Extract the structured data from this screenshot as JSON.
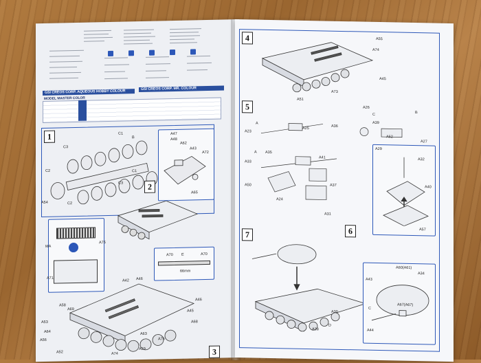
{
  "header": {
    "paint_brand_1": "GSI CREOS CORP. AQUEOUS HOBBY COLOUR",
    "paint_brand_2": "GSI CREOS CORP. MR. COLOUR",
    "model_master": "MODEL MASTER COLOR"
  },
  "steps": [
    "1",
    "2",
    "3",
    "4",
    "5",
    "6",
    "7"
  ],
  "labels": {
    "C1": "C1",
    "B": "B",
    "C3": "C3",
    "C2": "C2",
    "C3b": "C3",
    "C1b": "C1",
    "A54": "A54",
    "C2b": "C2",
    "A47": "A47",
    "A48": "A48",
    "A62": "A62",
    "A43": "A43",
    "A72": "A72",
    "A65": "A65",
    "MA": "MA",
    "A75": "A75",
    "A71": "A71",
    "A70": "A70",
    "E": "E",
    "A70b": "A70",
    "mm": "66mm",
    "A42": "A42",
    "A46": "A46",
    "A58": "A58",
    "A69": "A69",
    "A53": "A53",
    "A64": "A64",
    "A56": "A56",
    "A52": "A52",
    "A74": "A74",
    "A59": "A59",
    "A63": "A63",
    "A76": "A76",
    "A45": "A45",
    "A68": "A68",
    "A46b": "A46",
    "A55": "A55",
    "A74b": "A74",
    "A45b": "A45",
    "A51": "A51",
    "A73": "A73",
    "A26": "A26",
    "B5": "B",
    "C5": "C",
    "A23": "A23",
    "A25": "A25",
    "A36": "A36",
    "A39": "A39",
    "A62b": "A62",
    "A27": "A27",
    "A35": "A35",
    "A41": "A41",
    "A33": "A33",
    "A50": "A50",
    "A24": "A24",
    "A37": "A37",
    "A31": "A31",
    "A29": "A29",
    "A32": "A32",
    "A40": "A40",
    "A57": "A57",
    "A60": "A60(A61)",
    "A34": "A34",
    "A43b": "A43",
    "C7": "C",
    "A67": "A67(A67)",
    "A44": "A44",
    "A30": "A30",
    "A28": "A28",
    "D": "D",
    "A5": "A",
    "A5b": "A",
    "Bb": "B"
  }
}
